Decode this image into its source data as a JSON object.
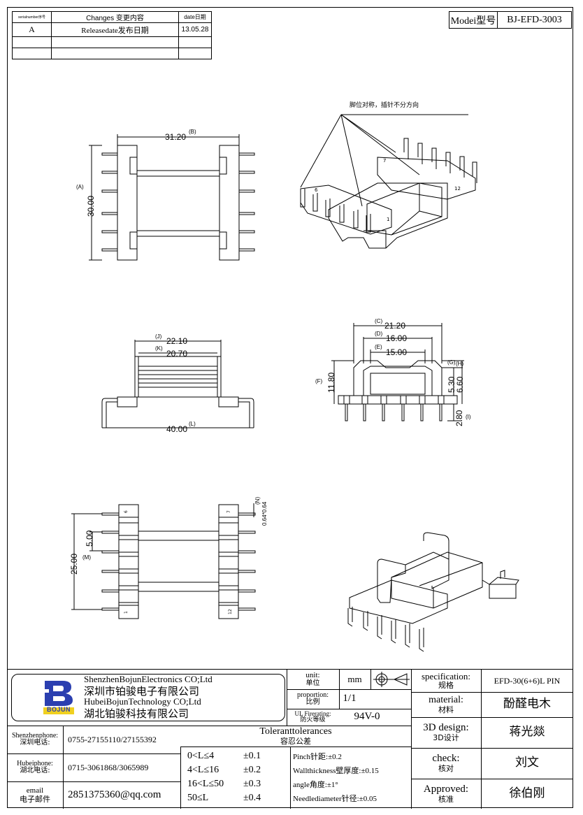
{
  "revision_table": {
    "headers": [
      "serialnumber序号",
      "Changes 变更内容",
      "date日期"
    ],
    "rows": [
      [
        "A",
        "Releasedate发布日期",
        "13.05.28"
      ],
      [
        "",
        "",
        ""
      ],
      [
        "",
        "",
        ""
      ]
    ]
  },
  "model": {
    "label": "Modei型号",
    "value": "BJ-EFD-3003"
  },
  "note": "脚位对称，插针不分方向",
  "views": {
    "top": {
      "dim_b": "31.20",
      "tag_b": "(B)",
      "dim_a": "30.00",
      "tag_a": "(A)"
    },
    "front": {
      "dim_j": "22.10",
      "tag_j": "(J)",
      "dim_k": "20.70",
      "tag_k": "(K)",
      "dim_l": "40.00",
      "tag_l": "(L)"
    },
    "side": {
      "dim_c": "21.20",
      "tag_c": "(C)",
      "dim_d": "16.00",
      "tag_d": "(D)",
      "dim_e": "15.00",
      "tag_e": "(E)",
      "dim_f": "11.80",
      "tag_f": "(F)",
      "dim_g": "5.30",
      "tag_g": "(G)",
      "dim_h": "6.60",
      "tag_h": "(H)",
      "dim_i": "2.80",
      "tag_i": "(I)"
    },
    "bottom": {
      "dim_n": "0.64*0.64",
      "tag_n": "(N)",
      "dim_m": "5.00",
      "tag_m": "(M)",
      "dim_25": "25.00",
      "pin_6": "6",
      "pin_7": "7",
      "pin_1": "1",
      "pin_12": "12"
    },
    "iso": {
      "pin_7": "7",
      "pin_6": "6",
      "pin_12": "12",
      "pin_1": "1"
    }
  },
  "company": {
    "logo_text": "BOJUN",
    "name_en_1": "ShenzhenBojunElectronics CO;Ltd",
    "name_cn_1": "深圳市铂骏电子有限公司",
    "name_en_2": "HubeiBojunTechnology CO;Ltd",
    "name_cn_2": "湖北铂骏科技有限公司"
  },
  "info": {
    "unit_label_en": "unit:",
    "unit_label_cn": "单位",
    "unit_value": "mm",
    "proportion_label_en": "proportion:",
    "proportion_label_cn": "比例",
    "proportion_value": "1/1",
    "firerating_label_en": "UL Firerating:",
    "firerating_label_cn": "防火等级",
    "firerating_value": "94V-0"
  },
  "spec": {
    "specification_label_en": "specification:",
    "specification_label_cn": "规格",
    "specification_value": "EFD-30(6+6)L PIN",
    "material_label_en": "material:",
    "material_label_cn": "材料",
    "material_value": "酚醛电木",
    "design_label_en": "3D design:",
    "design_label_cn": "3D设计",
    "design_value": "蒋光燚",
    "check_label_en": "check:",
    "check_label_cn": "核对",
    "check_value": "刘文",
    "approved_label_en": "Approved:",
    "approved_label_cn": "核准",
    "approved_value": "徐伯刚"
  },
  "contacts": {
    "shenzhen_label_en": "Shenzhenphone:",
    "shenzhen_label_cn": "深圳电话:",
    "shenzhen_value": "0755-27155110/27155392",
    "hubei_label_en": "Hubeiphone:",
    "hubei_label_cn": "湖北电话:",
    "hubei_value": "0715-3061868/3065989",
    "email_label_en": "email",
    "email_label_cn": "电子邮件",
    "email_value": "2851375360@qq.com"
  },
  "tolerances": {
    "title_en": "Toleranttolerances",
    "title_cn": "容忍公差",
    "ranges": [
      {
        "range": "0<L≤4",
        "tol": "±0.1"
      },
      {
        "range": "4<L≤16",
        "tol": "±0.2"
      },
      {
        "range": "16<L≤50",
        "tol": "±0.3"
      },
      {
        "range": "50≤L",
        "tol": "±0.4"
      }
    ],
    "notes": [
      "Pinch针距:±0.2",
      "Wallthickness壁厚度:±0.15",
      "angle角度:±1°",
      "Needlediameter针径:±0.05"
    ]
  }
}
